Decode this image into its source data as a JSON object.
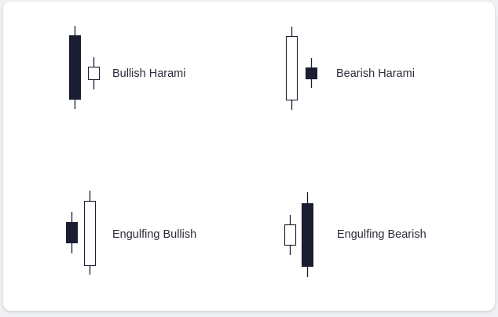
{
  "colors": {
    "background": "#f0f1f3",
    "card": "#ffffff",
    "bearish_fill": "#1b1e33",
    "bullish_fill": "#ffffff",
    "outline": "#1b1e33",
    "text": "#2a2d3a"
  },
  "patterns": [
    {
      "label": "Bullish Harami",
      "candles": [
        {
          "role": "mother",
          "direction": "bearish",
          "fill": "filled"
        },
        {
          "role": "inside",
          "direction": "bullish",
          "fill": "hollow"
        }
      ]
    },
    {
      "label": "Bearish Harami",
      "candles": [
        {
          "role": "mother",
          "direction": "bullish",
          "fill": "hollow"
        },
        {
          "role": "inside",
          "direction": "bearish",
          "fill": "filled"
        }
      ]
    },
    {
      "label": "Engulfing Bullish",
      "candles": [
        {
          "role": "engulfed",
          "direction": "bearish",
          "fill": "filled"
        },
        {
          "role": "engulfing",
          "direction": "bullish",
          "fill": "hollow"
        }
      ]
    },
    {
      "label": "Engulfing Bearish",
      "candles": [
        {
          "role": "engulfed",
          "direction": "bullish",
          "fill": "hollow"
        },
        {
          "role": "engulfing",
          "direction": "bearish",
          "fill": "filled"
        }
      ]
    }
  ]
}
